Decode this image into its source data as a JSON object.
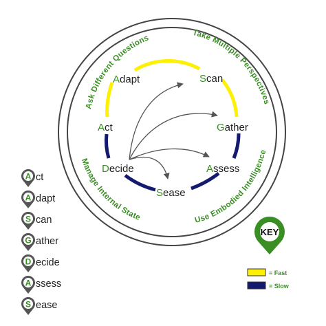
{
  "colors": {
    "fast": "#fdf000",
    "slow": "#141a6e",
    "accent": "#3a8f24",
    "pin_fill": "#555555",
    "ring": "#444444",
    "arrow": "#555555"
  },
  "outer_arcs": {
    "top_left": "Ask Different Questions",
    "top_right": "Take Multiple Perspectives",
    "bottom_left": "Manage Internal State",
    "bottom_right": "Use Embodied Intelligence"
  },
  "nodes": {
    "act": {
      "first": "A",
      "rest": "ct"
    },
    "adapt": {
      "first": "A",
      "rest": "dapt"
    },
    "scan": {
      "first": "S",
      "rest": "can"
    },
    "gather": {
      "first": "G",
      "rest": "ather"
    },
    "decide": {
      "first": "D",
      "rest": "ecide"
    },
    "assess": {
      "first": "A",
      "rest": "ssess"
    },
    "sease": {
      "first": "S",
      "rest": "ease"
    }
  },
  "legend": [
    {
      "letter": "A",
      "rest": "ct"
    },
    {
      "letter": "A",
      "rest": "dapt"
    },
    {
      "letter": "S",
      "rest": "can"
    },
    {
      "letter": "G",
      "rest": "ather"
    },
    {
      "letter": "D",
      "rest": "ecide"
    },
    {
      "letter": "A",
      "rest": "ssess"
    },
    {
      "letter": "S",
      "rest": "ease"
    }
  ],
  "key": {
    "title": "KEY",
    "fast_label": "= Fast",
    "slow_label": "= Slow"
  },
  "icons": {
    "legend_pin": "map-pin-icon",
    "key_pin": "map-pin-icon"
  }
}
